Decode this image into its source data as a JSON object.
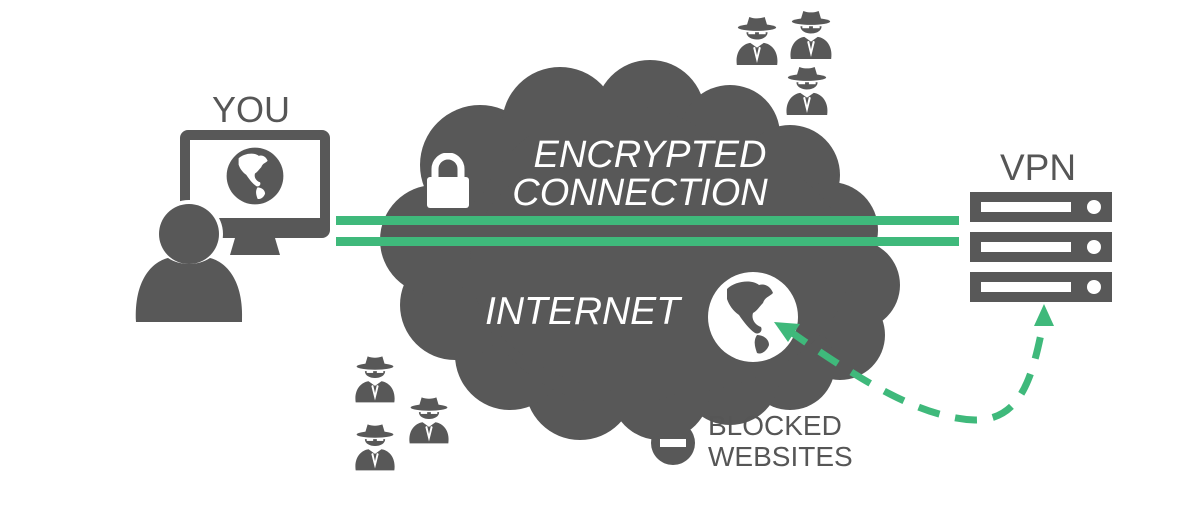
{
  "colors": {
    "dark_gray": "#585858",
    "accent_green": "#3fb97b",
    "white": "#ffffff",
    "background": "#ffffff"
  },
  "you": {
    "label": "YOU",
    "icons": [
      "user-icon",
      "monitor-icon",
      "globe-icon"
    ]
  },
  "vpn": {
    "label": "VPN",
    "icons": [
      "server-rack-icon"
    ],
    "server_units": 3
  },
  "cloud": {
    "encrypted_label_line1": "ENCRYPTED",
    "encrypted_label_line2": "CONNECTION",
    "internet_label": "INTERNET",
    "icons": [
      "padlock-icon",
      "globe-icon"
    ]
  },
  "tunnel": {
    "description": "encrypted tunnel lines",
    "line_count": 2,
    "color": "#3fb97b"
  },
  "blocked": {
    "line1": "BLOCKED",
    "line2": "WEBSITES",
    "icon": "blocked-minus-icon"
  },
  "spies": {
    "top_group_count": 3,
    "bottom_group_count": 3,
    "icon": "spy-icon"
  },
  "arrow": {
    "description": "dashed arrow from VPN to Internet globe",
    "style": "dashed",
    "color": "#3fb97b"
  }
}
